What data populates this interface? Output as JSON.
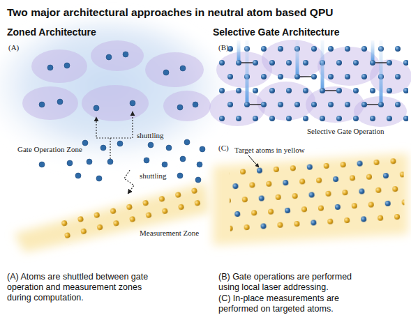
{
  "diagram": {
    "title": "Two major architectural approaches in neutral atom based QPU",
    "nodes": [
      {
        "text": [
          "Gate Operation Zone"
        ]
      },
      {
        "text": [
          "Measurement Zone"
        ]
      }
    ],
    "edges": [
      {
        "from": 0,
        "to": 1,
        "arrow": "to",
        "label": "shuttling"
      }
    ],
    "labels": [
      "Zoned Architecture",
      "Selective Gate Architecture",
      "(A)",
      "(B)",
      "(C)",
      "shuttling",
      "Selective Gate Operation",
      "Target atoms in yellow",
      "(A) Atoms are shuttled between gate operation and measurement zones during computation.",
      "(B) Gate operations are performed using local laser addressing.",
      "(C) In-place measurements are performed on targeted atoms."
    ]
  }
}
